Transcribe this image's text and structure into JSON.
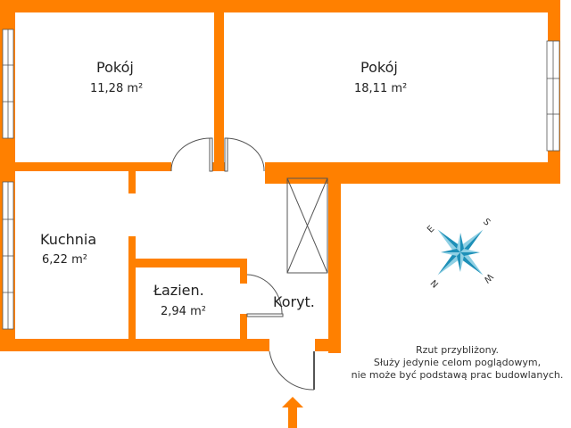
{
  "colors": {
    "wall": "#ff8000",
    "door_line": "#555555",
    "compass": "#1e90b8",
    "compass_light": "#8fd0e4",
    "text": "#222222"
  },
  "rooms": [
    {
      "name": "Pokój",
      "area": "11,28 m²"
    },
    {
      "name": "Pokój",
      "area": "18,11 m²"
    },
    {
      "name": "Kuchnia",
      "area": "6,22 m²"
    },
    {
      "name": "Łazien.",
      "area": "2,94 m²"
    },
    {
      "name": "Koryt."
    }
  ],
  "compass": {
    "labels": {
      "n": "N",
      "e": "E",
      "s": "S",
      "w": "W"
    }
  },
  "note": {
    "line1": "Rzut przybliżony.",
    "line2": "Służy jedynie celom poglądowym,",
    "line3": "nie może być podstawą prac budowlanych."
  },
  "entrance": {
    "icon": "arrow-up-icon"
  }
}
